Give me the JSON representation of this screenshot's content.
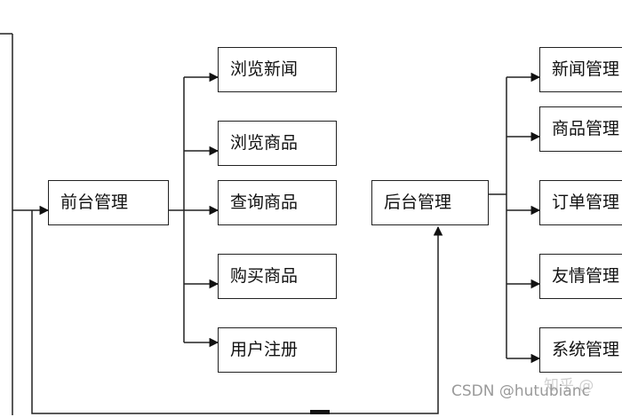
{
  "front": {
    "root": "前台管理",
    "children": [
      "浏览新闻",
      "浏览商品",
      "查询商品",
      "购买商品",
      "用户注册"
    ]
  },
  "back": {
    "root": "后台管理",
    "children": [
      "新闻管理",
      "商品管理",
      "订单管理",
      "友情管理",
      "系统管理"
    ]
  },
  "watermark": {
    "csdn": "CSDN @hutubianc",
    "zhihu": "知乎 @"
  }
}
